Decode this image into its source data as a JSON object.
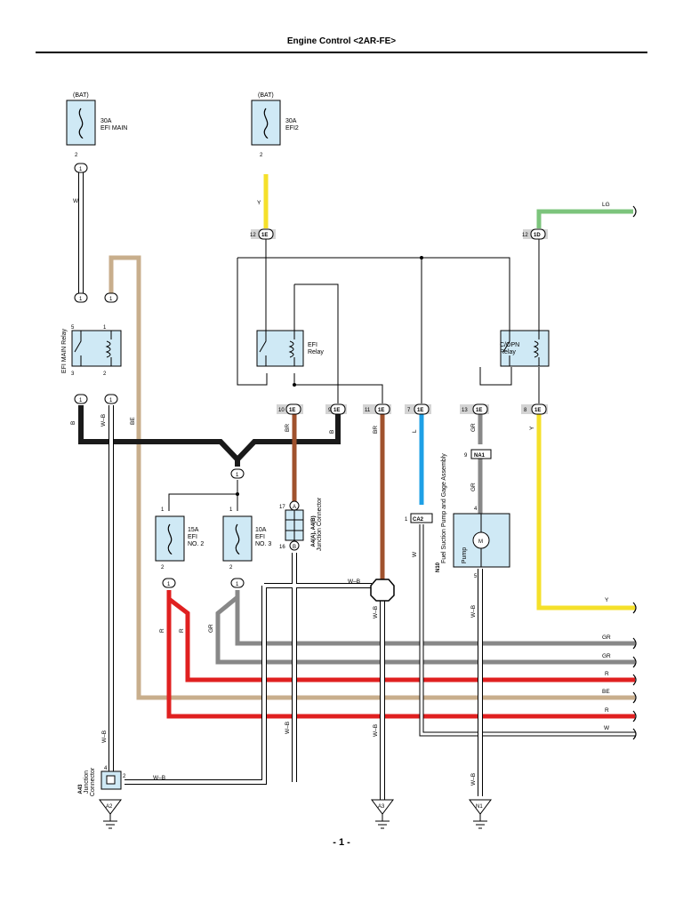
{
  "title": "Engine Control <2AR-FE>",
  "page_number": "- 1 -",
  "colors": {
    "W": "#ffffff",
    "B": "#1a1a1a",
    "Y": "#f5e02a",
    "LG": "#7cc47c",
    "BR": "#a0522d",
    "L": "#1ea0e6",
    "GR": "#888888",
    "R": "#e02020",
    "BE": "#c8ae8c",
    "WB": "#ffffff",
    "component": "#cfe9f5"
  },
  "sources": {
    "bat1": "(BAT)",
    "bat2": "(BAT)"
  },
  "fuses": {
    "efi_main": {
      "rating": "30A",
      "name": "EFI MAIN",
      "pin_out": "2"
    },
    "efi2": {
      "rating": "30A",
      "name": "EFI2",
      "pin_out": "2"
    },
    "efi_no2": {
      "rating": "15A",
      "name": "EFI",
      "name2": "NO. 2",
      "pin_in": "1",
      "pin_out": "2"
    },
    "efi_no3": {
      "rating": "10A",
      "name": "EFI",
      "name2": "NO. 3",
      "pin_in": "1",
      "pin_out": "2"
    }
  },
  "relays": {
    "efi_main": {
      "label": "EFI MAIN Relay",
      "pins": [
        "5",
        "1",
        "3",
        "2"
      ]
    },
    "efi": {
      "name": "EFI",
      "name2": "Relay"
    },
    "copn": {
      "name": "C/OPN",
      "name2": "Relay"
    }
  },
  "connectors": {
    "c1": "1",
    "c1b": "1",
    "c1c": "1",
    "c1d": "1",
    "c1e": "1",
    "c1f": "1",
    "c1g": "1",
    "c1h": "1",
    "c1i": "1",
    "1E_12": {
      "pin": "12",
      "code": "1E"
    },
    "1D_12": {
      "pin": "12",
      "code": "1D"
    },
    "1E_10": {
      "pin": "10",
      "code": "1E"
    },
    "1E_9": {
      "pin": "9",
      "code": "1E"
    },
    "1E_11": {
      "pin": "11",
      "code": "1E"
    },
    "1E_7": {
      "pin": "7",
      "code": "1E"
    },
    "1E_13": {
      "pin": "13",
      "code": "1E"
    },
    "1E_8": {
      "pin": "8",
      "code": "1E"
    },
    "NA1": {
      "pin": "9",
      "code": "NA1"
    },
    "CA2": {
      "pin": "1",
      "code": "CA2"
    }
  },
  "junctions": {
    "a4": {
      "code": "A4(A), A4(B)",
      "label": "Junction Connector",
      "pin_a": "17",
      "tag_a": "A",
      "pin_b": "16",
      "tag_b": "B"
    },
    "a43": {
      "code": "A43",
      "label": "Junction",
      "label2": "Connector",
      "pin1": "4",
      "pin2": "2"
    }
  },
  "pump": {
    "code": "N10",
    "name": "Fuel Suction Pump and Gage Assembly",
    "inner": "Pump",
    "motor": "M",
    "pin_in": "4",
    "pin_out": "5"
  },
  "grounds": {
    "a2": "A2",
    "a3": "A3",
    "n1": "N1"
  },
  "wire_labels": {
    "w1": "W",
    "y1": "Y",
    "lg": "LG",
    "b1": "B",
    "wb1": "W–B",
    "be1": "BE",
    "br1": "BR",
    "b2": "B",
    "br2": "BR",
    "l1": "L",
    "gr1": "GR",
    "y2": "Y",
    "gr_pump": "GR",
    "w_ca2": "W",
    "r1": "R",
    "r2": "R",
    "gr2": "GR",
    "wb2": "W–B",
    "wb3": "W–B",
    "wb4": "W–B",
    "wb5": "W–B",
    "wb6": "W–B",
    "wb7": "W–B",
    "y_out": "Y",
    "gr_out1": "GR",
    "gr_out2": "GR",
    "r_out1": "R",
    "be_out": "BE",
    "r_out2": "R",
    "w_out": "W"
  }
}
